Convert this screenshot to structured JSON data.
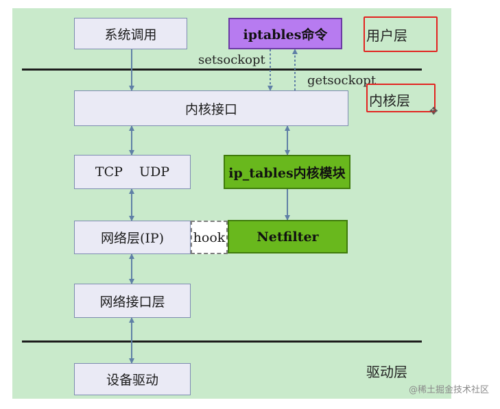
{
  "boxes": {
    "syscall": "系统调用",
    "iptables_cmd": "iptables命令",
    "kernel_interface": "内核接口",
    "tcp_udp": "TCP    UDP",
    "ip_tables_module": "ip_tables内核模块",
    "network_layer": "网络层(IP)",
    "hook": "hook",
    "netfilter": "Netfilter",
    "netif_layer": "网络接口层",
    "device_driver": "设备驱动"
  },
  "labels": {
    "setsockopt": "setsockopt",
    "getsockopt": "getsockopt"
  },
  "layers": {
    "user": "用户层",
    "kernel": "内核层",
    "driver": "驱动层"
  },
  "watermark": "@稀土掘金技术社区",
  "colors": {
    "background": "#c9eacb",
    "box_fill": "#eaeaf5",
    "box_border": "#7c8ab0",
    "purple": "#b77bf0",
    "green": "#69b81d",
    "arrow": "#5f7fa6",
    "highlight": "#e2221f"
  }
}
